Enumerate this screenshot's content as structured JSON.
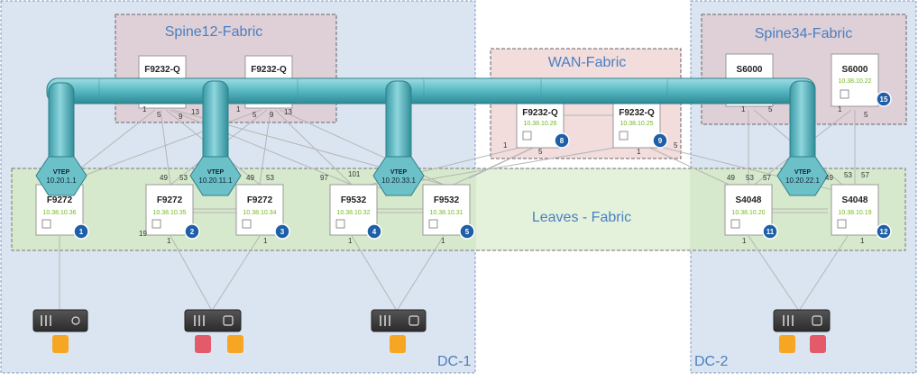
{
  "regions": {
    "dc1": "DC-1",
    "dc2": "DC-2",
    "spine12": "Spine12-Fabric",
    "spine34": "Spine34-Fabric",
    "wan": "WAN-Fabric",
    "leaves": "Leaves - Fabric"
  },
  "spines": [
    {
      "model": "F9232-Q",
      "ip": "",
      "badge": ""
    },
    {
      "model": "F9232-Q",
      "ip": "",
      "badge": ""
    },
    {
      "model": "S6000",
      "ip": "",
      "badge": ""
    },
    {
      "model": "S6000",
      "ip": "10.38.10.22",
      "badge": "15"
    }
  ],
  "wan_nodes": [
    {
      "model": "F9232-Q",
      "ip": "10.38.10.26",
      "badge": "8"
    },
    {
      "model": "F9232-Q",
      "ip": "10.38.10.25",
      "badge": "9"
    }
  ],
  "leaves": [
    {
      "model": "F9272",
      "ip": "10.38.10.36",
      "badge": "1"
    },
    {
      "model": "F9272",
      "ip": "10.38.10.35",
      "badge": "2"
    },
    {
      "model": "F9272",
      "ip": "10.38.10.34",
      "badge": "3"
    },
    {
      "model": "F9532",
      "ip": "10.38.10.32",
      "badge": "4"
    },
    {
      "model": "F9532",
      "ip": "10.38.10.31",
      "badge": "5"
    },
    {
      "model": "S4048",
      "ip": "10.38.10.20",
      "badge": "11"
    },
    {
      "model": "S4048",
      "ip": "10.38.10.19",
      "badge": "12"
    }
  ],
  "vteps": [
    {
      "label": "VTEP",
      "ip": "10.20.1.1"
    },
    {
      "label": "VTEP",
      "ip": "10.20.11.1"
    },
    {
      "label": "VTEP",
      "ip": "10.20.33.1"
    },
    {
      "label": "VTEP",
      "ip": "10.20.22.1"
    }
  ],
  "port_labels": [
    "1",
    "5",
    "9",
    "13",
    "1",
    "5",
    "9",
    "13",
    "1",
    "5",
    "1",
    "5",
    "1",
    "5",
    "1",
    "5",
    "49",
    "53",
    "49",
    "53",
    "97",
    "101",
    "49",
    "53",
    "57",
    "49",
    "53",
    "57",
    "19",
    "1",
    "1",
    "1",
    "1",
    "1",
    "1"
  ],
  "colors": {
    "dc_bg": "#dbe5f1",
    "dc_border": "#7a9cc6",
    "spine_bg": "#dfcfd6",
    "wan_bg": "#f2dcdc",
    "leaves_bg": "#d6e9cc",
    "tube": "#59bac4",
    "vtep": "#6cc0c8",
    "badge": "#1f5fa8",
    "ip_text": "#72b81e",
    "region_text": "#4a7fc1"
  }
}
